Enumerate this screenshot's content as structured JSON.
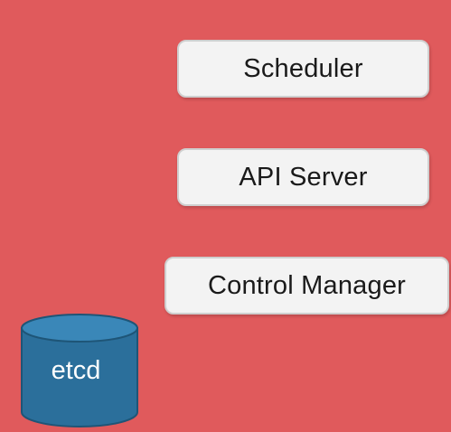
{
  "diagram": {
    "background_color": "#e05a5c",
    "components": {
      "scheduler": "Scheduler",
      "api_server": "API Server",
      "control_manager": "Control Manager"
    },
    "datastore": {
      "label": "etcd",
      "shape": "cylinder-database-icon",
      "body_color": "#2b6f9b",
      "top_color": "#3a87b8"
    }
  }
}
